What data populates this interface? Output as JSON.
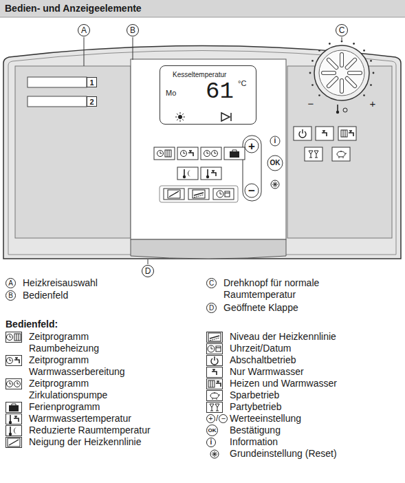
{
  "diagram": {
    "title": "Bedien- und Anzeigeelemente",
    "nodes": [
      {
        "text": [
          "A"
        ]
      },
      {
        "text": [
          "B"
        ]
      },
      {
        "text": [
          "C"
        ]
      },
      {
        "text": [
          "1"
        ]
      },
      {
        "text": [
          "2"
        ]
      },
      {
        "text": [
          "Kesseltemperatur",
          "Mo",
          "61",
          "°C"
        ]
      },
      {
        "text": [
          "D"
        ]
      }
    ],
    "labels": [
      "+",
      "−",
      "i",
      "OK",
      "−",
      "+",
      "A",
      "Heizkreisauswahl",
      "B",
      "Bedienfeld",
      "C",
      "Drehknopf für normale Raumtemperatur",
      "D",
      "Geöffnete Klappe",
      "Bedienfeld:",
      "+",
      "/",
      "−",
      "OK",
      "i"
    ],
    "legend": [
      {
        "text": "Zeitprogramm Raumbeheizung"
      },
      {
        "text": "Zeitprogramm Warmwasserbereitung"
      },
      {
        "text": "Zeitprogramm Zirkulationspumpe"
      },
      {
        "text": "Ferienprogramm"
      },
      {
        "text": "Warmwassertemperatur"
      },
      {
        "text": "Reduzierte Raumtemperatur"
      },
      {
        "text": "Neigung der Heizkennlinie"
      },
      {
        "text": "Niveau der Heizkennlinie"
      },
      {
        "text": "Uhrzeit/Datum"
      },
      {
        "text": "Abschaltbetrieb"
      },
      {
        "text": "Nur Warmwasser"
      },
      {
        "text": "Heizen und Warmwasser"
      },
      {
        "text": "Sparbetrieb"
      },
      {
        "text": "Partybetrieb"
      },
      {
        "text": "Werteeinstellung"
      },
      {
        "text": "Bestätigung"
      },
      {
        "text": "Information"
      },
      {
        "text": "Grundeinstellung (Reset)"
      }
    ]
  }
}
